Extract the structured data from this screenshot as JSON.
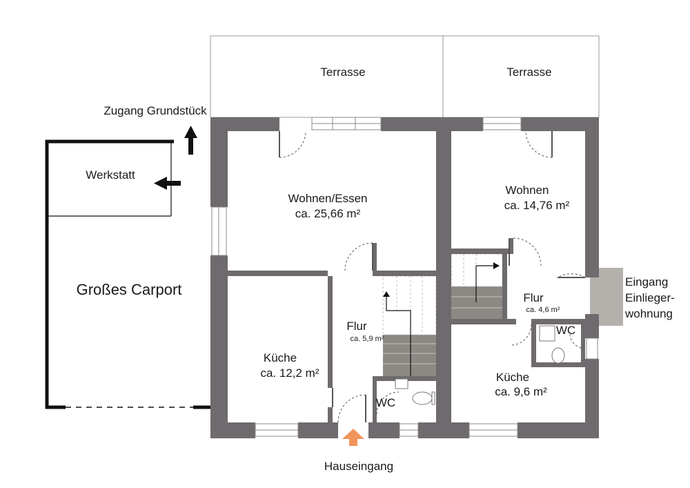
{
  "rooms": {
    "terrace_left": "Terrasse",
    "terrace_right": "Terrasse",
    "living_dining": {
      "name": "Wohnen/Essen",
      "area": "ca. 25,66 m²"
    },
    "living_right": {
      "name": "Wohnen",
      "area": "ca. 14,76 m²"
    },
    "kitchen_left": {
      "name": "Küche",
      "area": "ca. 12,2 m²"
    },
    "kitchen_right": {
      "name": "Küche",
      "area": "ca. 9,6 m²"
    },
    "hall_left": {
      "name": "Flur",
      "area": "ca. 5,9 m²"
    },
    "hall_right": {
      "name": "Flur",
      "area": "ca. 4,6 m²"
    },
    "wc_left": "WC",
    "wc_right": "WC"
  },
  "outside": {
    "access": "Zugang Grundstück",
    "workshop": "Werkstatt",
    "carport": "Großes Carport",
    "main_entrance": "Hauseingang",
    "granny_entrance": [
      "Eingang",
      "Einlieger-",
      "wohnung"
    ]
  },
  "colors": {
    "wall": "#6e6a6d",
    "stair": "#8c8883",
    "arrow": "#f0955a",
    "line": "#111111"
  }
}
